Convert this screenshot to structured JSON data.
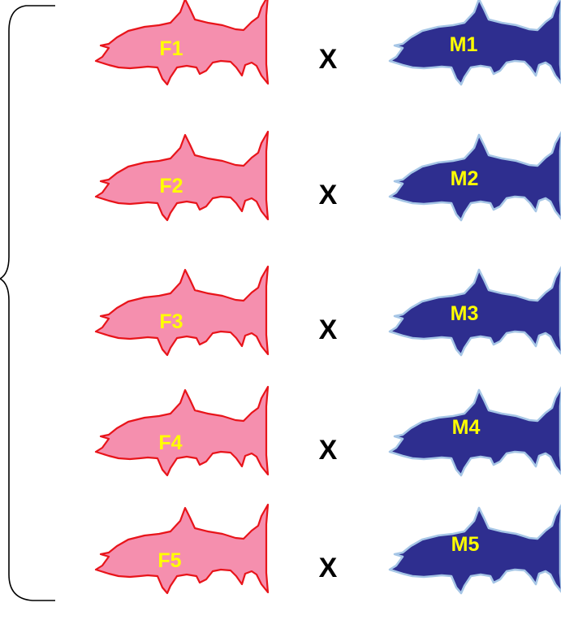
{
  "colors": {
    "female_fill": "#f58fae",
    "female_outline": "#e8141a",
    "male_fill": "#2e2e8f",
    "male_outline": "#a6c6e6",
    "label": "#ffff00",
    "cross": "#000000",
    "bracket": "#000000"
  },
  "pairs": [
    {
      "female": "F1",
      "cross": "X",
      "male": "M1"
    },
    {
      "female": "F2",
      "cross": "X",
      "male": "M2"
    },
    {
      "female": "F3",
      "cross": "X",
      "male": "M3"
    },
    {
      "female": "F4",
      "cross": "X",
      "male": "M4"
    },
    {
      "female": "F5",
      "cross": "X",
      "male": "M5"
    }
  ]
}
